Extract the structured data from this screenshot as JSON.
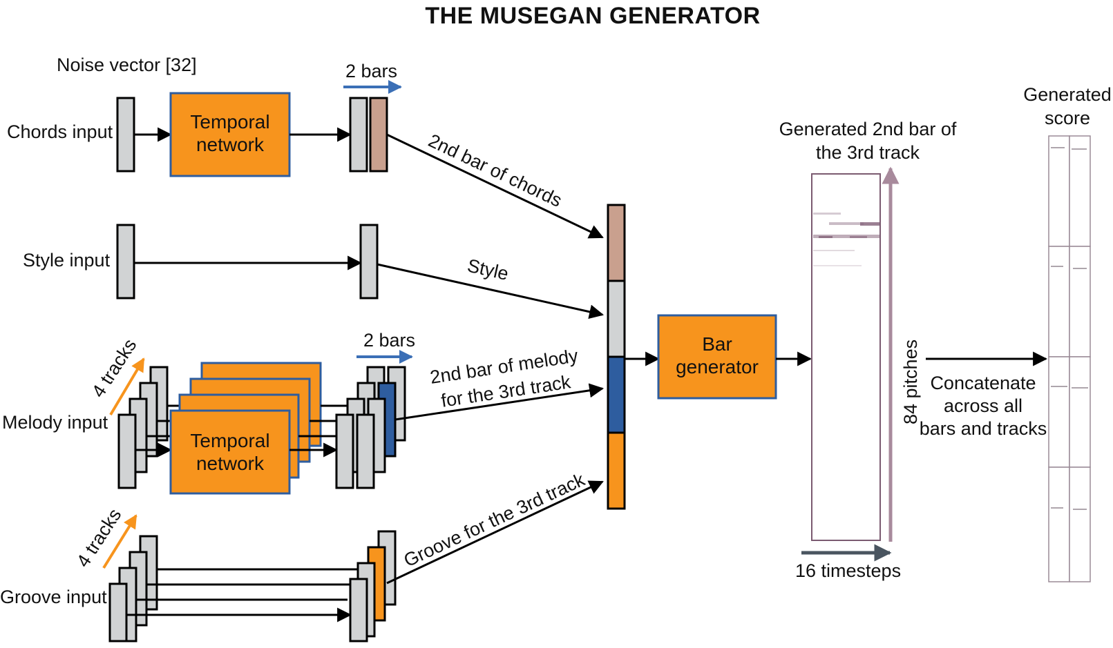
{
  "title": "THE MUSEGAN GENERATOR",
  "labels": {
    "noise_vector": "Noise vector [32]",
    "chords_input": "Chords input",
    "style_input": "Style input",
    "melody_input": "Melody input",
    "groove_input": "Groove input",
    "two_bars": "2 bars",
    "four_tracks": "4 tracks",
    "temporal_network_line1": "Temporal",
    "temporal_network_line2": "network",
    "bar_generator_line1": "Bar",
    "bar_generator_line2": "generator",
    "edge_chords": "2nd bar of chords",
    "edge_style": "Style",
    "edge_melody_line1": "2nd bar of melody",
    "edge_melody_line2": "for the 3rd track",
    "edge_groove": "Groove  for the 3rd track",
    "generated_bar_line1": "Generated 2nd bar of",
    "generated_bar_line2": "the 3rd track",
    "pitches": "84 pitches",
    "timesteps": "16 timesteps",
    "concat_line1": "Concatenate",
    "concat_line2": "across all",
    "concat_line3": "bars and tracks",
    "generated_score_line1": "Generated",
    "generated_score_line2": "score"
  },
  "colors": {
    "orange": "#f7941d",
    "blue_box_border": "#2e5d9f",
    "gray_bar": "#d1d3d4",
    "chord_bar": "#c9a08e",
    "melody_bar": "#2e5d9f",
    "arrow_blue": "#3b6fb6",
    "arrow_orange": "#f7941d",
    "arrow_mauve": "#a88a9c",
    "piano_roll_border": "#7a5a70"
  }
}
